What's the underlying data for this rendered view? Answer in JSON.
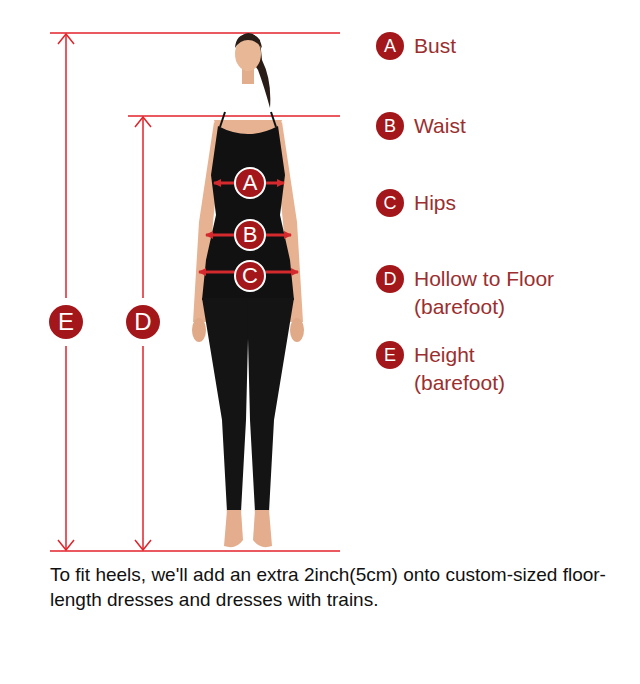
{
  "diagram": {
    "nodes": [
      {
        "text": [
          "E"
        ]
      },
      {
        "text": [
          "D"
        ]
      },
      {
        "text": [
          "A"
        ]
      },
      {
        "text": [
          "B"
        ]
      },
      {
        "text": [
          "C"
        ]
      },
      {
        "text": [
          "A",
          "Bust"
        ]
      },
      {
        "text": [
          "B",
          "Waist"
        ]
      },
      {
        "text": [
          "C",
          "Hips"
        ]
      },
      {
        "text": [
          "D",
          "Hollow to Floor (barefoot)"
        ]
      },
      {
        "text": [
          "E",
          "Height (barefoot)"
        ]
      }
    ],
    "caption": "To fit heels, we'll add an extra 2inch(5cm) onto custom-sized floor-length dresses and dresses with trains."
  }
}
